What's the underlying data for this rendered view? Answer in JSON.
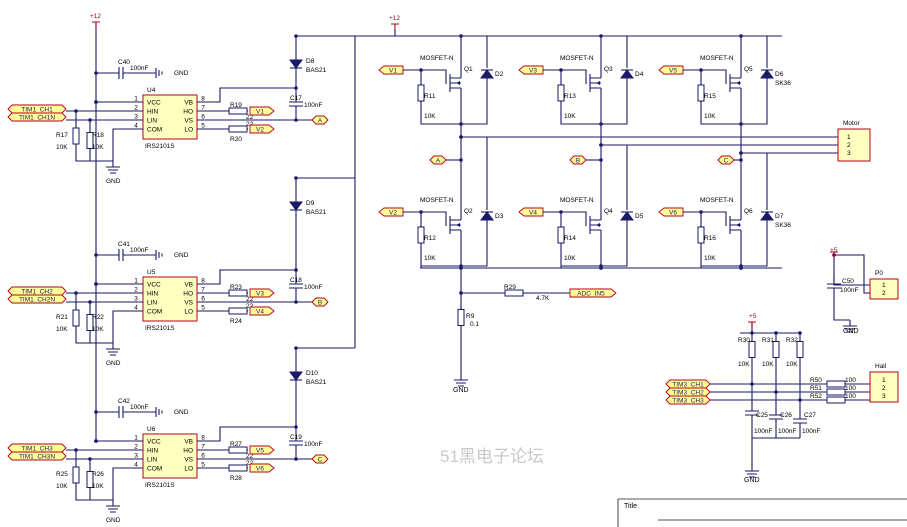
{
  "watermark": "51黑电子论坛",
  "title_block": {
    "title_label": "Title"
  },
  "power": {
    "v12": "+12",
    "gnd": "GND",
    "v5": "+5"
  },
  "drivers": [
    {
      "ref": "U4",
      "part": "IRS2101S",
      "pins": [
        "VCC",
        "HIN",
        "LIN",
        "COM",
        "VB",
        "HO",
        "VS",
        "LO"
      ],
      "pin_nums": [
        "1",
        "2",
        "3",
        "4",
        "8",
        "7",
        "6",
        "5"
      ],
      "cap": {
        "ref": "C40",
        "val": "100nF"
      },
      "boot_diode": {
        "ref": "D8",
        "val": "BAS21"
      },
      "boot_cap": {
        "ref": "C17",
        "val": "100nF"
      },
      "r_ho": {
        "ref": "R19",
        "val": "22"
      },
      "r_lo": {
        "ref": "R20",
        "val": "22"
      },
      "pd1": {
        "ref": "R17",
        "val": "10K"
      },
      "pd2": {
        "ref": "R18",
        "val": "10K"
      },
      "in_a": "TIM1_CH1",
      "in_b": "TIM1_CH1N",
      "out_h": "V1",
      "out_l": "V2",
      "phase": "A"
    },
    {
      "ref": "U5",
      "part": "IRS2101S",
      "pins": [
        "VCC",
        "HIN",
        "LIN",
        "COM",
        "VB",
        "HO",
        "VS",
        "LO"
      ],
      "pin_nums": [
        "1",
        "2",
        "3",
        "4",
        "8",
        "7",
        "6",
        "5"
      ],
      "cap": {
        "ref": "C41",
        "val": "100nF"
      },
      "boot_diode": {
        "ref": "D9",
        "val": "BAS21"
      },
      "boot_cap": {
        "ref": "C18",
        "val": "100nF"
      },
      "r_ho": {
        "ref": "R23",
        "val": "22"
      },
      "r_lo": {
        "ref": "R24",
        "val": "22"
      },
      "pd1": {
        "ref": "R21",
        "val": "10K"
      },
      "pd2": {
        "ref": "R22",
        "val": "10K"
      },
      "in_a": "TIM1_CH2",
      "in_b": "TIM1_CH2N",
      "out_h": "V3",
      "out_l": "V4",
      "phase": "B"
    },
    {
      "ref": "U6",
      "part": "IRS2101S",
      "pins": [
        "VCC",
        "HIN",
        "LIN",
        "COM",
        "VB",
        "HO",
        "VS",
        "LO"
      ],
      "pin_nums": [
        "1",
        "2",
        "3",
        "4",
        "8",
        "7",
        "6",
        "5"
      ],
      "cap": {
        "ref": "C42",
        "val": "100nF"
      },
      "boot_diode": {
        "ref": "D10",
        "val": "BAS21"
      },
      "boot_cap": {
        "ref": "C19",
        "val": "100nF"
      },
      "r_ho": {
        "ref": "R27",
        "val": "22"
      },
      "r_lo": {
        "ref": "R28",
        "val": "22"
      },
      "pd1": {
        "ref": "R25",
        "val": "10K"
      },
      "pd2": {
        "ref": "R26",
        "val": "10K"
      },
      "in_a": "TIM1_CH3",
      "in_b": "TIM1_CH3N",
      "out_h": "V5",
      "out_l": "V6",
      "phase": "C"
    }
  ],
  "mosfets": [
    {
      "type": "MOSFET-N",
      "ref": "Q1",
      "gate": "V1",
      "res": {
        "ref": "R11",
        "val": "10K"
      },
      "diode": {
        "ref": "D2",
        "val": ""
      }
    },
    {
      "type": "MOSFET-N",
      "ref": "Q3",
      "gate": "V3",
      "res": {
        "ref": "R13",
        "val": "10K"
      },
      "diode": {
        "ref": "D4",
        "val": ""
      }
    },
    {
      "type": "MOSFET-N",
      "ref": "Q5",
      "gate": "V5",
      "res": {
        "ref": "R15",
        "val": "10K"
      },
      "diode": {
        "ref": "D6",
        "val": "SK36"
      }
    },
    {
      "type": "MOSFET-N",
      "ref": "Q2",
      "gate": "V2",
      "res": {
        "ref": "R12",
        "val": "10K"
      },
      "diode": {
        "ref": "D3",
        "val": ""
      }
    },
    {
      "type": "MOSFET-N",
      "ref": "Q4",
      "gate": "V4",
      "res": {
        "ref": "R14",
        "val": "10K"
      },
      "diode": {
        "ref": "D5",
        "val": ""
      }
    },
    {
      "type": "MOSFET-N",
      "ref": "Q6",
      "gate": "V6",
      "res": {
        "ref": "R16",
        "val": "10K"
      },
      "diode": {
        "ref": "D7",
        "val": "SK36"
      }
    }
  ],
  "phase_nets": [
    "A",
    "B",
    "C"
  ],
  "motor": {
    "label": "Motor",
    "pins": [
      "1",
      "2",
      "3"
    ]
  },
  "shunt": {
    "ref": "R9",
    "val": "0.1"
  },
  "adc": {
    "ref": "R29",
    "val": "4.7K",
    "net": "ADC_IN5"
  },
  "p0": {
    "label": "P0",
    "pins": [
      "1",
      "2"
    ],
    "cap": {
      "ref": "C50",
      "val": "100nF"
    }
  },
  "hall": {
    "label": "Hall",
    "pins": [
      "1",
      "2",
      "3"
    ],
    "pullups": [
      {
        "ref": "R30",
        "val": "10K"
      },
      {
        "ref": "R31",
        "val": "10K"
      },
      {
        "ref": "R32",
        "val": "10K"
      }
    ],
    "series": [
      {
        "ref": "R50",
        "val": "100"
      },
      {
        "ref": "R51",
        "val": "100"
      },
      {
        "ref": "R52",
        "val": "100"
      }
    ],
    "caps": [
      {
        "ref": "C25",
        "val": "100nF"
      },
      {
        "ref": "C26",
        "val": "100nF"
      },
      {
        "ref": "C27",
        "val": "100nF"
      }
    ],
    "nets": [
      "TIM3_CH1",
      "TIM3_CH2",
      "TIM3_CH3"
    ]
  }
}
